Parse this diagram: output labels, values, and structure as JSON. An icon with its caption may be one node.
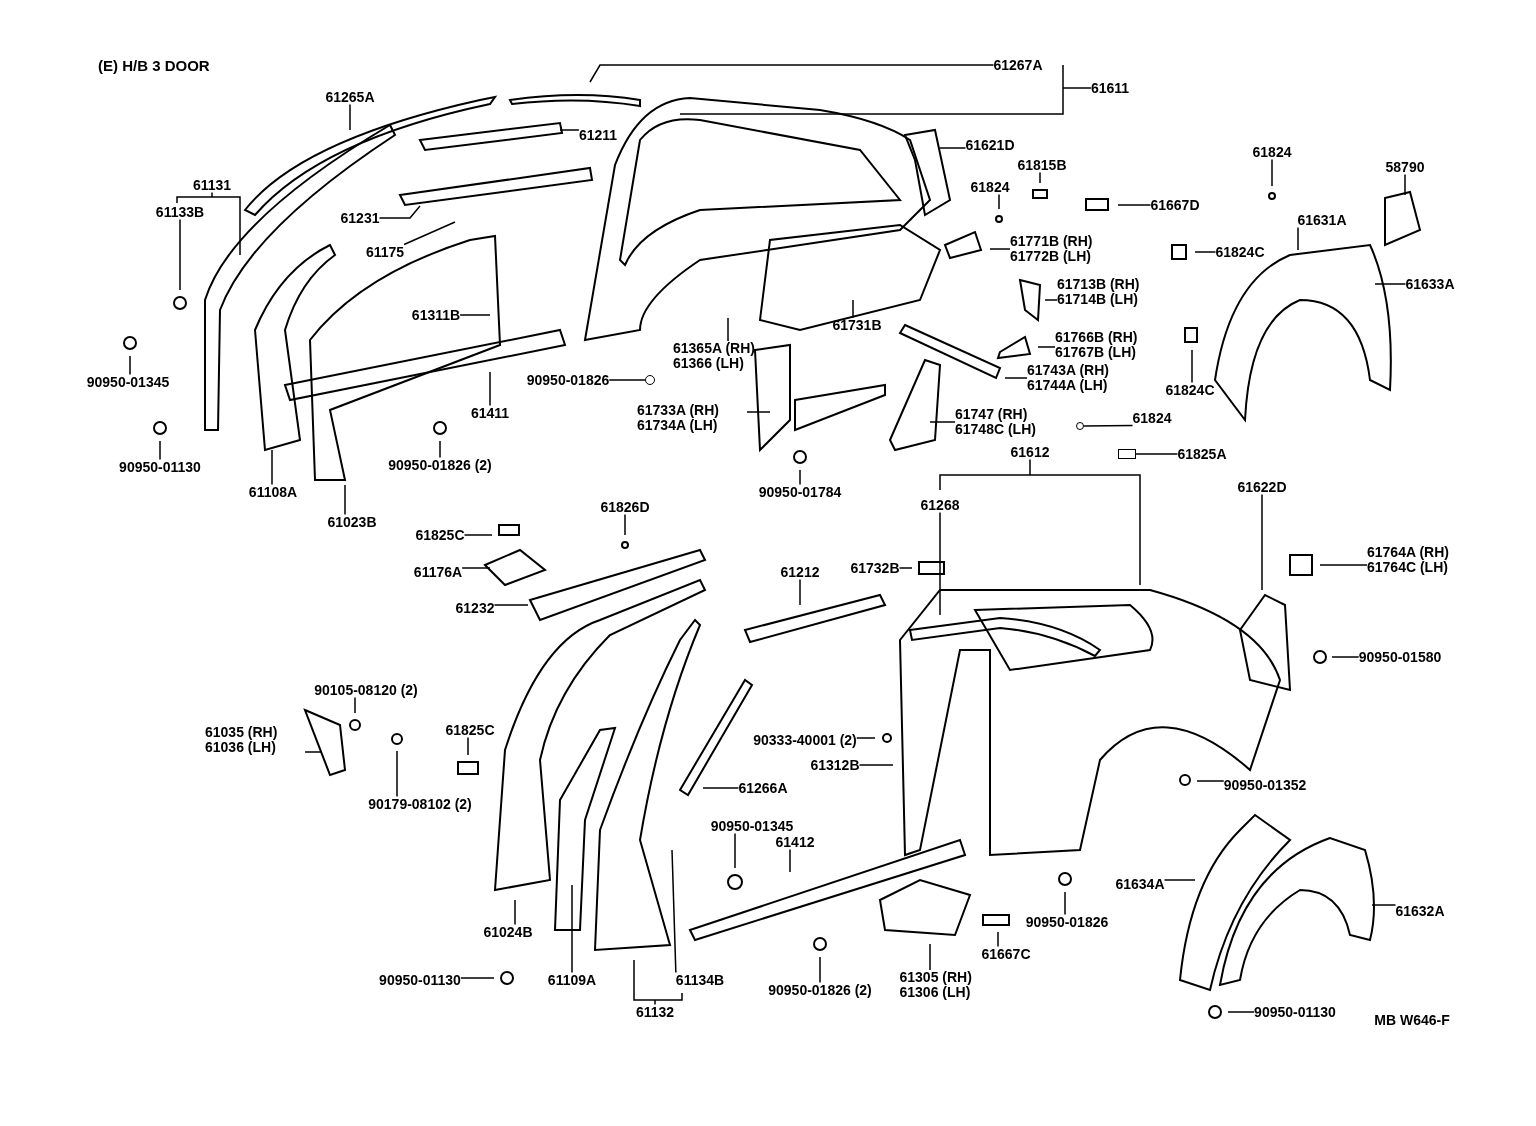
{
  "diagram": {
    "title": "(E) H/B 3 DOOR",
    "nodes": [
      {
        "text": [
          "61267A"
        ]
      },
      {
        "text": [
          "61611"
        ]
      },
      {
        "text": [
          "61265A"
        ]
      },
      {
        "text": [
          "61211"
        ]
      },
      {
        "text": [
          "61621D"
        ]
      },
      {
        "text": [
          "61824"
        ]
      },
      {
        "text": [
          "58790"
        ]
      },
      {
        "text": [
          "61131"
        ]
      },
      {
        "text": [
          "61815B"
        ]
      },
      {
        "text": [
          "61133B"
        ]
      },
      {
        "text": [
          "61824"
        ]
      },
      {
        "text": [
          "61667D"
        ]
      },
      {
        "text": [
          "61231"
        ]
      },
      {
        "text": [
          "61631A"
        ]
      },
      {
        "text": [
          "61175"
        ]
      },
      {
        "text": [
          "61771B (RH) 61772B (LH)"
        ]
      },
      {
        "text": [
          "61824C"
        ]
      },
      {
        "text": [
          "61633A"
        ]
      },
      {
        "text": [
          "61713B (RH) 61714B (LH)"
        ]
      },
      {
        "text": [
          "61311B"
        ]
      },
      {
        "text": [
          "61731B"
        ]
      },
      {
        "text": [
          "61766B (RH) 61767B (LH)"
        ]
      },
      {
        "text": [
          "61365A (RH) 61366 (LH)"
        ]
      },
      {
        "text": [
          "61824C"
        ]
      },
      {
        "text": [
          "90950-01345"
        ]
      },
      {
        "text": [
          "90950-01826"
        ]
      },
      {
        "text": [
          "61411"
        ]
      },
      {
        "text": [
          "61733A (RH) 61734A (LH)"
        ]
      },
      {
        "text": [
          "61743A (RH) 61744A (LH)"
        ]
      },
      {
        "text": [
          "61747 (RH) 61748C (LH)"
        ]
      },
      {
        "text": [
          "61824"
        ]
      },
      {
        "text": [
          "61825A"
        ]
      },
      {
        "text": [
          "90950-01130"
        ]
      },
      {
        "text": [
          "90950-01826 (2)"
        ]
      },
      {
        "text": [
          "61108A"
        ]
      },
      {
        "text": [
          "90950-01784"
        ]
      },
      {
        "text": [
          "61612"
        ]
      },
      {
        "text": [
          "61622D"
        ]
      },
      {
        "text": [
          "61023B"
        ]
      },
      {
        "text": [
          "61268"
        ]
      },
      {
        "text": [
          "61826D"
        ]
      },
      {
        "text": [
          "61825C"
        ]
      },
      {
        "text": [
          "61764A (RH) 61764C (LH)"
        ]
      },
      {
        "text": [
          "61176A"
        ]
      },
      {
        "text": [
          "61212"
        ]
      },
      {
        "text": [
          "61732B"
        ]
      },
      {
        "text": [
          "61232"
        ]
      },
      {
        "text": [
          "90950-01580"
        ]
      },
      {
        "text": [
          "90105-08120 (2)"
        ]
      },
      {
        "text": [
          "61825C"
        ]
      },
      {
        "text": [
          "61035 (RH) 61036 (LH)"
        ]
      },
      {
        "text": [
          "90333-40001 (2)"
        ]
      },
      {
        "text": [
          "61312B"
        ]
      },
      {
        "text": [
          "61266A"
        ]
      },
      {
        "text": [
          "90950-01352"
        ]
      },
      {
        "text": [
          "90179-08102 (2)"
        ]
      },
      {
        "text": [
          "90950-01345"
        ]
      },
      {
        "text": [
          "61412"
        ]
      },
      {
        "text": [
          "61634A"
        ]
      },
      {
        "text": [
          "61632A"
        ]
      },
      {
        "text": [
          "90950-01826"
        ]
      },
      {
        "text": [
          "61024B"
        ]
      },
      {
        "text": [
          "61667C"
        ]
      },
      {
        "text": [
          "90950-01130"
        ]
      },
      {
        "text": [
          "61109A"
        ]
      },
      {
        "text": [
          "61134B"
        ]
      },
      {
        "text": [
          "61305 (RH) 61306 (LH)"
        ]
      },
      {
        "text": [
          "90950-01826 (2)"
        ]
      },
      {
        "text": [
          "61132"
        ]
      },
      {
        "text": [
          "90950-01130"
        ]
      },
      {
        "text": [],
        "shape": "circle"
      },
      {
        "text": [],
        "shape": "circle"
      },
      {
        "text": [],
        "shape": "box"
      }
    ],
    "edges": [
      {
        "from": 0,
        "to": null,
        "arrow": "none"
      },
      {
        "from": 1,
        "to": null,
        "arrow": "none"
      },
      {
        "from": 2,
        "to": null,
        "arrow": "none"
      },
      {
        "from": 3,
        "to": null,
        "arrow": "none"
      },
      {
        "from": 4,
        "to": null,
        "arrow": "none"
      },
      {
        "from": 5,
        "to": null,
        "arrow": "none"
      },
      {
        "from": 6,
        "to": null,
        "arrow": "none"
      },
      {
        "from": 7,
        "to": null,
        "arrow": "none"
      },
      {
        "from": 8,
        "to": null,
        "arrow": "none"
      },
      {
        "from": 9,
        "to": null,
        "arrow": "none"
      },
      {
        "from": 10,
        "to": null,
        "arrow": "none"
      },
      {
        "from": 11,
        "to": null,
        "arrow": "none"
      },
      {
        "from": 12,
        "to": null,
        "arrow": "none"
      },
      {
        "from": 13,
        "to": null,
        "arrow": "none"
      },
      {
        "from": 14,
        "to": null,
        "arrow": "none"
      },
      {
        "from": 15,
        "to": null,
        "arrow": "none"
      },
      {
        "from": 16,
        "to": null,
        "arrow": "none"
      },
      {
        "from": 17,
        "to": null,
        "arrow": "none"
      },
      {
        "from": 18,
        "to": null,
        "arrow": "none"
      },
      {
        "from": 19,
        "to": null,
        "arrow": "none"
      },
      {
        "from": 20,
        "to": null,
        "arrow": "none"
      },
      {
        "from": 21,
        "to": null,
        "arrow": "none"
      },
      {
        "from": 22,
        "to": null,
        "arrow": "none"
      },
      {
        "from": 23,
        "to": null,
        "arrow": "none"
      },
      {
        "from": 24,
        "to": null,
        "arrow": "none"
      },
      {
        "from": 25,
        "to": 70,
        "arrow": "none"
      },
      {
        "from": 26,
        "to": null,
        "arrow": "none"
      },
      {
        "from": 27,
        "to": null,
        "arrow": "none"
      },
      {
        "from": 28,
        "to": null,
        "arrow": "none"
      },
      {
        "from": 29,
        "to": null,
        "arrow": "none"
      },
      {
        "from": 30,
        "to": 71,
        "arrow": "none"
      },
      {
        "from": 31,
        "to": 72,
        "arrow": "none"
      },
      {
        "from": 32,
        "to": null,
        "arrow": "none"
      },
      {
        "from": 33,
        "to": null,
        "arrow": "none"
      },
      {
        "from": 34,
        "to": null,
        "arrow": "none"
      },
      {
        "from": 35,
        "to": null,
        "arrow": "none"
      },
      {
        "from": 36,
        "to": null,
        "arrow": "none"
      },
      {
        "from": 37,
        "to": null,
        "arrow": "none"
      },
      {
        "from": 38,
        "to": null,
        "arrow": "none"
      },
      {
        "from": 39,
        "to": null,
        "arrow": "none"
      },
      {
        "from": 40,
        "to": null,
        "arrow": "none"
      },
      {
        "from": 41,
        "to": null,
        "arrow": "none"
      },
      {
        "from": 42,
        "to": null,
        "arrow": "none"
      },
      {
        "from": 43,
        "to": null,
        "arrow": "none"
      },
      {
        "from": 44,
        "to": null,
        "arrow": "none"
      },
      {
        "from": 45,
        "to": null,
        "arrow": "none"
      },
      {
        "from": 46,
        "to": null,
        "arrow": "none"
      },
      {
        "from": 47,
        "to": null,
        "arrow": "none"
      },
      {
        "from": 48,
        "to": null,
        "arrow": "none"
      },
      {
        "from": 49,
        "to": null,
        "arrow": "none"
      },
      {
        "from": 50,
        "to": null,
        "arrow": "none"
      },
      {
        "from": 51,
        "to": null,
        "arrow": "none"
      },
      {
        "from": 52,
        "to": null,
        "arrow": "none"
      },
      {
        "from": 53,
        "to": null,
        "arrow": "none"
      },
      {
        "from": 54,
        "to": null,
        "arrow": "none"
      },
      {
        "from": 55,
        "to": null,
        "arrow": "none"
      },
      {
        "from": 56,
        "to": null,
        "arrow": "none"
      },
      {
        "from": 57,
        "to": null,
        "arrow": "none"
      },
      {
        "from": 58,
        "to": null,
        "arrow": "none"
      },
      {
        "from": 59,
        "to": null,
        "arrow": "none"
      },
      {
        "from": 60,
        "to": null,
        "arrow": "none"
      },
      {
        "from": 61,
        "to": null,
        "arrow": "none"
      },
      {
        "from": 62,
        "to": null,
        "arrow": "none"
      },
      {
        "from": 63,
        "to": null,
        "arrow": "none"
      },
      {
        "from": 64,
        "to": null,
        "arrow": "none"
      },
      {
        "from": 65,
        "to": null,
        "arrow": "none"
      },
      {
        "from": 66,
        "to": null,
        "arrow": "none"
      },
      {
        "from": 67,
        "to": null,
        "arrow": "none"
      },
      {
        "from": 68,
        "to": null,
        "arrow": "none"
      },
      {
        "from": 69,
        "to": null,
        "arrow": "none"
      }
    ],
    "labels": [
      "MB W646-F"
    ]
  }
}
